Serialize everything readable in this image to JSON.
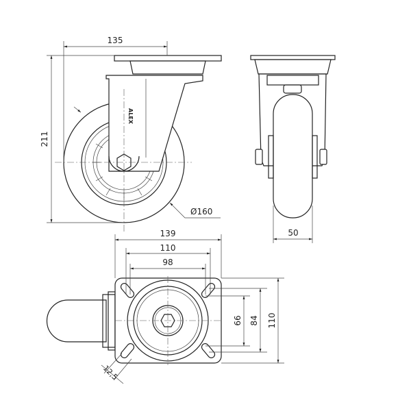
{
  "drawing": {
    "logo_text": "ALEX",
    "side_view": {
      "width_label": "135",
      "height_label": "211",
      "wheel_diameter_label": "Ø160"
    },
    "front_view": {
      "wheel_width_label": "50"
    },
    "top_view": {
      "plate_length_label": "139",
      "hole_spacing_outer_label": "110",
      "hole_spacing_inner_label": "98",
      "hole_spacing_v_inner_label": "66",
      "hole_spacing_v_outer_label": "84",
      "plate_width_label": "110",
      "slot_width_label": "12,5"
    }
  }
}
